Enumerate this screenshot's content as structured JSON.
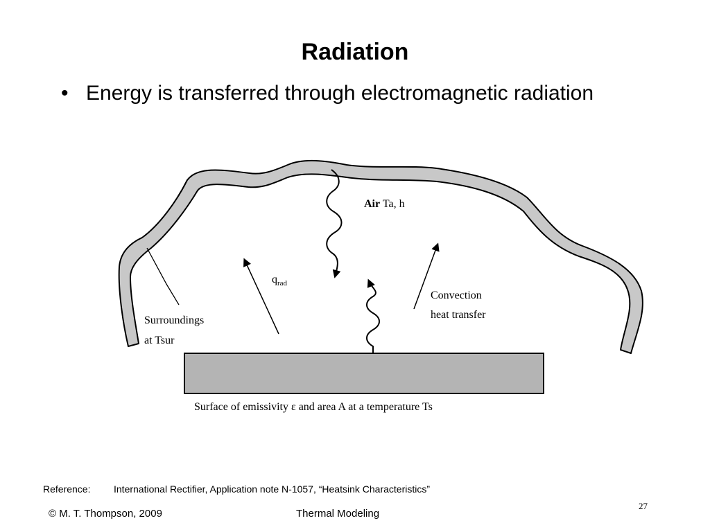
{
  "slide": {
    "title": "Radiation",
    "bullet": "Energy is transferred through electromagnetic radiation"
  },
  "diagram": {
    "air_bold": "Air",
    "air_rest": " Ta, h",
    "q_rad_main": "q",
    "q_rad_sub": "rad",
    "convection_line1": "Convection",
    "convection_line2": "heat transfer",
    "surroundings_line1": "Surroundings",
    "surroundings_line2": "at Tsur",
    "surface_caption": "Surface of emissivity ε and area A at a temperature Ts"
  },
  "footer": {
    "reference_label": "Reference:",
    "reference_text": "International Rectifier, Application note N-1057, “Heatsink Characteristics”",
    "copyright": "© M. T. Thompson, 2009",
    "course": "Thermal Modeling",
    "page_number": "27"
  },
  "colors": {
    "surroundings_fill": "#c8c8c8",
    "surface_fill": "#b4b4b4",
    "outline": "#000000"
  }
}
